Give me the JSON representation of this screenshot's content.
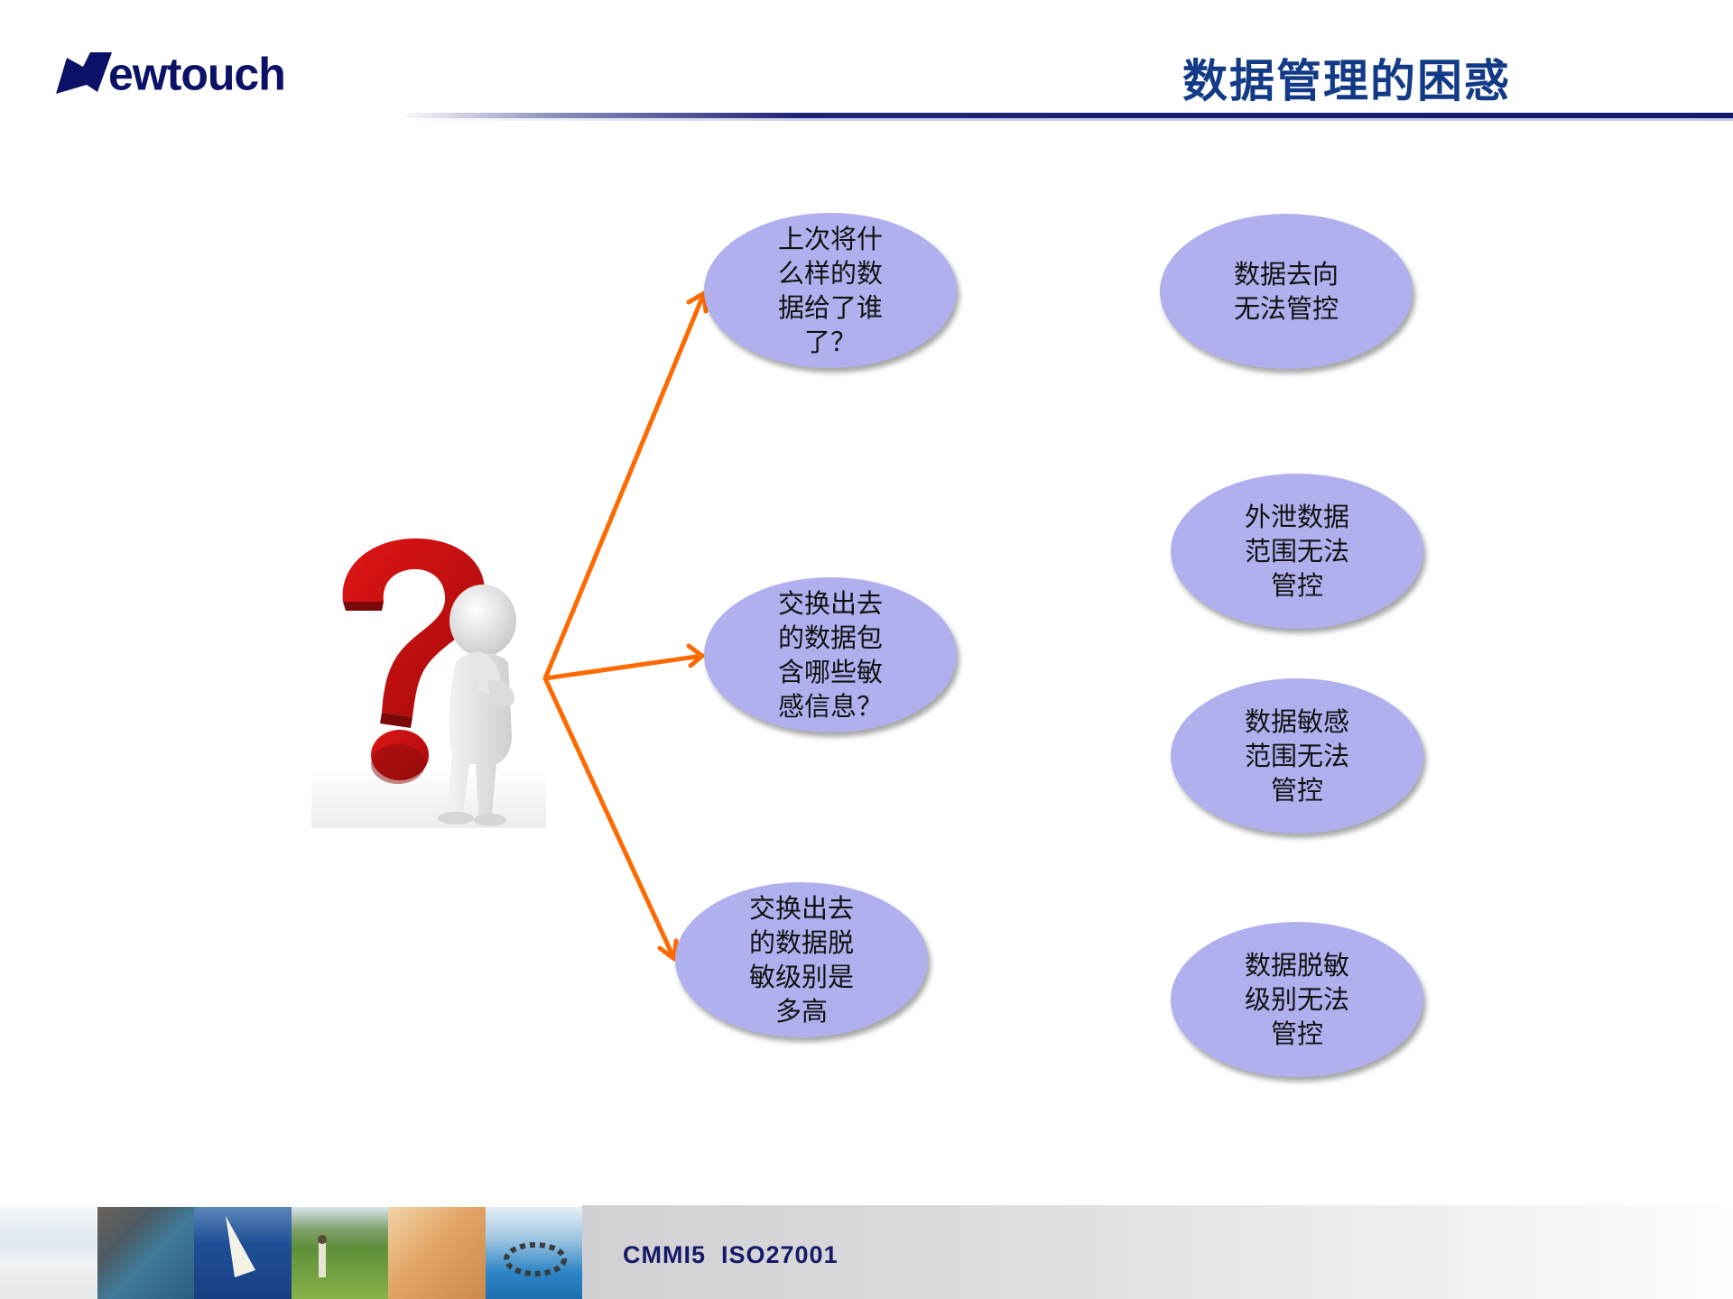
{
  "header": {
    "logo_text": "ewtouch",
    "logo_brand": "Newtouch",
    "title": "数据管理的困惑"
  },
  "colors": {
    "brand_navy": "#0b1166",
    "title_blue": "#123a86",
    "ellipse_fill": "#b0b0ee",
    "arrow_orange": "#ff6a00"
  },
  "illustration": {
    "icon": "question-mark-thinking-person-icon"
  },
  "questions": [
    {
      "text": "上次将什么样的数据给了谁了？"
    },
    {
      "text": "交换出去的数据包含哪些敏感信息？"
    },
    {
      "text": "交换出去的数据脱敏级别是多高"
    }
  ],
  "problems": [
    {
      "text": "数据去向无法管控"
    },
    {
      "text": "外泄数据范围无法管控"
    },
    {
      "text": "数据敏感范围无法管控"
    },
    {
      "text": "数据脱敏级别无法管控"
    }
  ],
  "footer": {
    "certifications": "CMMI5  ISO27001",
    "photos": [
      "dog-sled-photo",
      "mountain-climber-photo",
      "sailboat-photo",
      "golfer-photo",
      "desert-rally-photo",
      "skydivers-photo"
    ]
  }
}
